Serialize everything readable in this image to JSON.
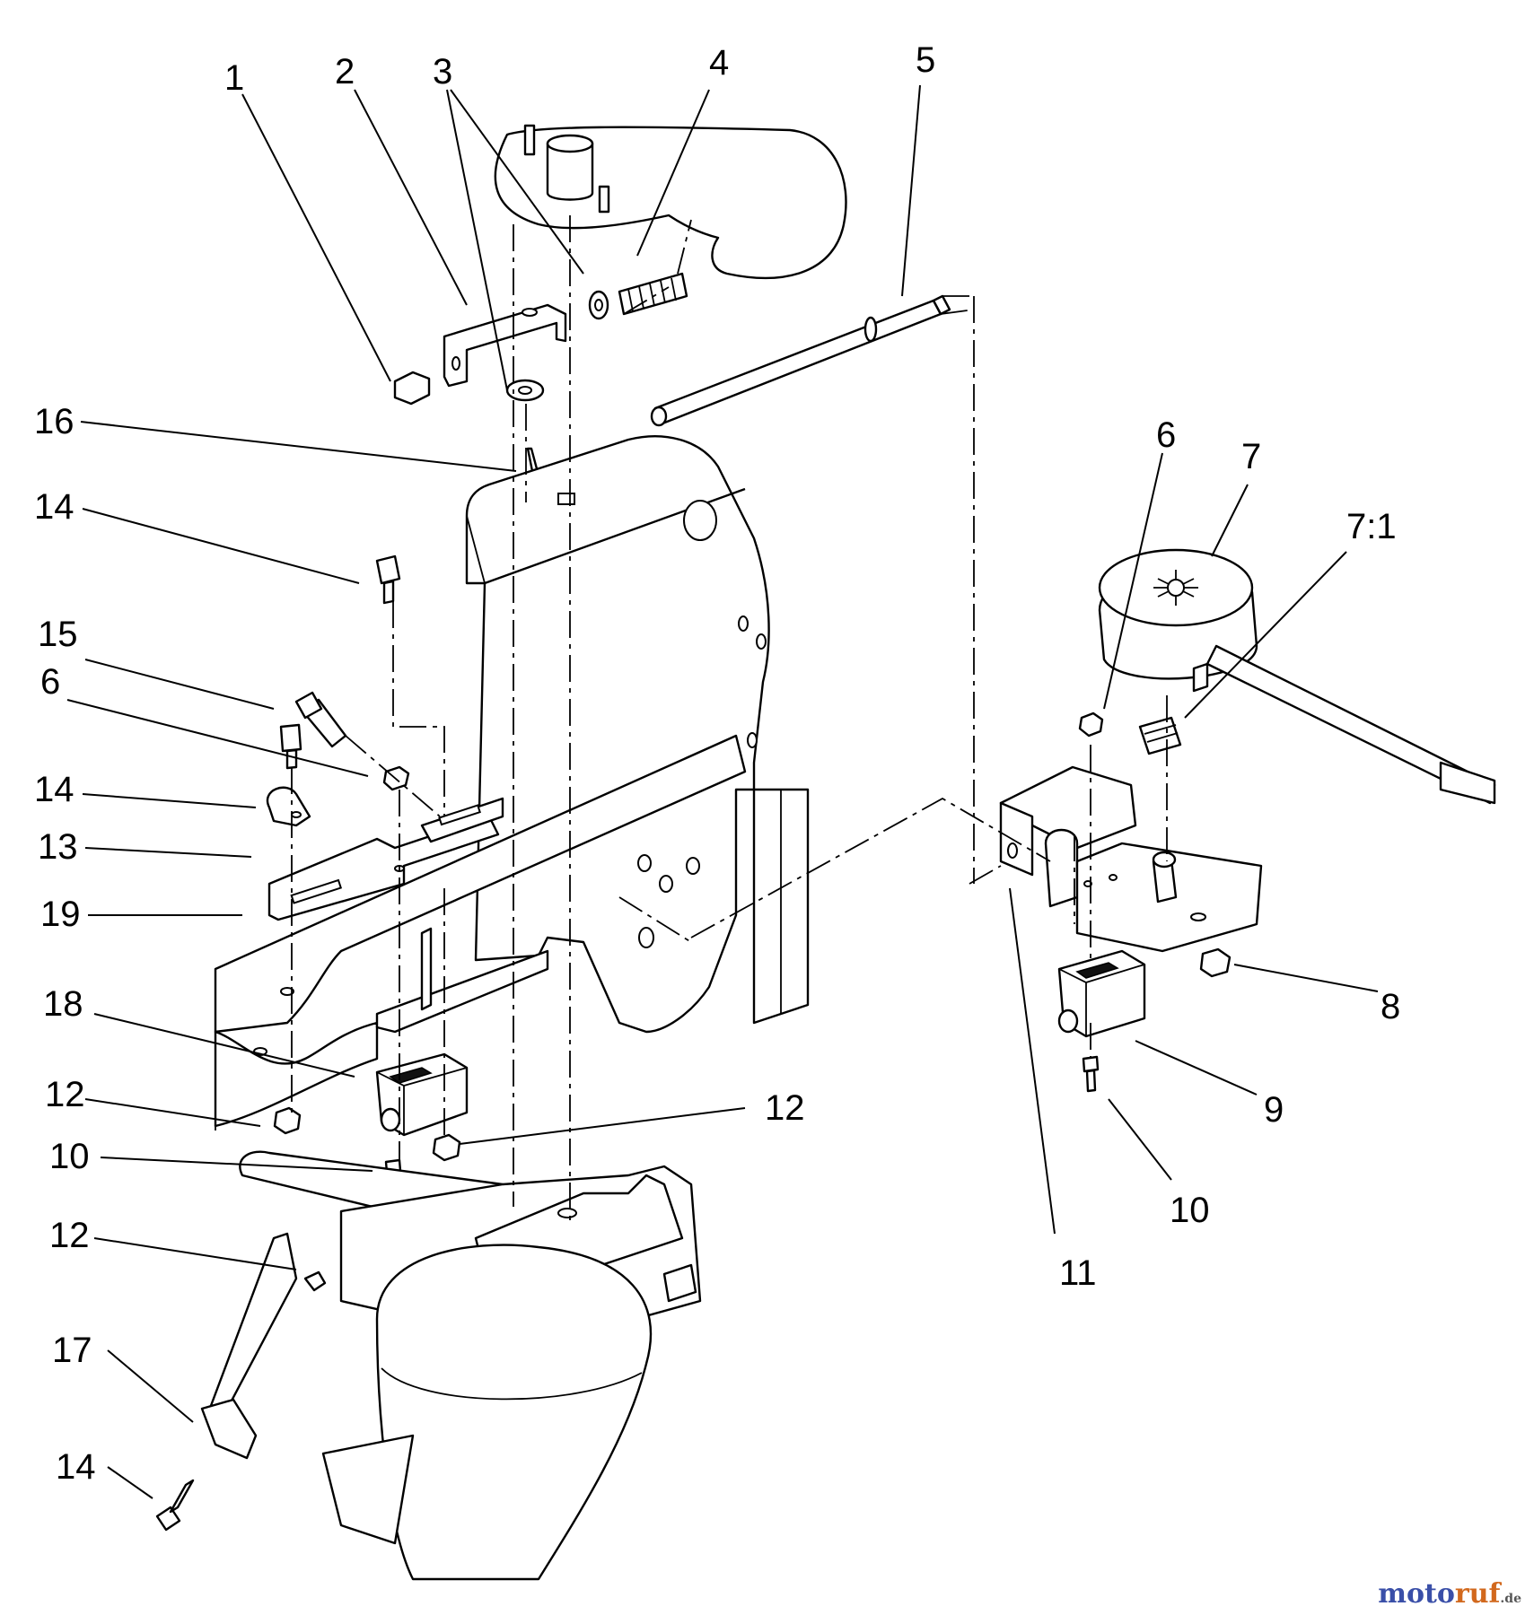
{
  "callouts": [
    {
      "id": "c1",
      "label": "1"
    },
    {
      "id": "c2",
      "label": "2"
    },
    {
      "id": "c3",
      "label": "3"
    },
    {
      "id": "c4",
      "label": "4"
    },
    {
      "id": "c5",
      "label": "5"
    },
    {
      "id": "c16",
      "label": "16"
    },
    {
      "id": "c14a",
      "label": "14"
    },
    {
      "id": "c15",
      "label": "15"
    },
    {
      "id": "c6a",
      "label": "6"
    },
    {
      "id": "c14b",
      "label": "14"
    },
    {
      "id": "c13",
      "label": "13"
    },
    {
      "id": "c19",
      "label": "19"
    },
    {
      "id": "c18",
      "label": "18"
    },
    {
      "id": "c12a",
      "label": "12"
    },
    {
      "id": "c12b",
      "label": "12"
    },
    {
      "id": "c10a",
      "label": "10"
    },
    {
      "id": "c12c",
      "label": "12"
    },
    {
      "id": "c17",
      "label": "17"
    },
    {
      "id": "c14c",
      "label": "14"
    },
    {
      "id": "c6b",
      "label": "6"
    },
    {
      "id": "c7",
      "label": "7"
    },
    {
      "id": "c71",
      "label": "7:1"
    },
    {
      "id": "c8",
      "label": "8"
    },
    {
      "id": "c9",
      "label": "9"
    },
    {
      "id": "c10b",
      "label": "10"
    },
    {
      "id": "c11",
      "label": "11"
    }
  ],
  "watermark": {
    "part1": "moto",
    "part2": "ruf",
    "part3": ".de"
  }
}
